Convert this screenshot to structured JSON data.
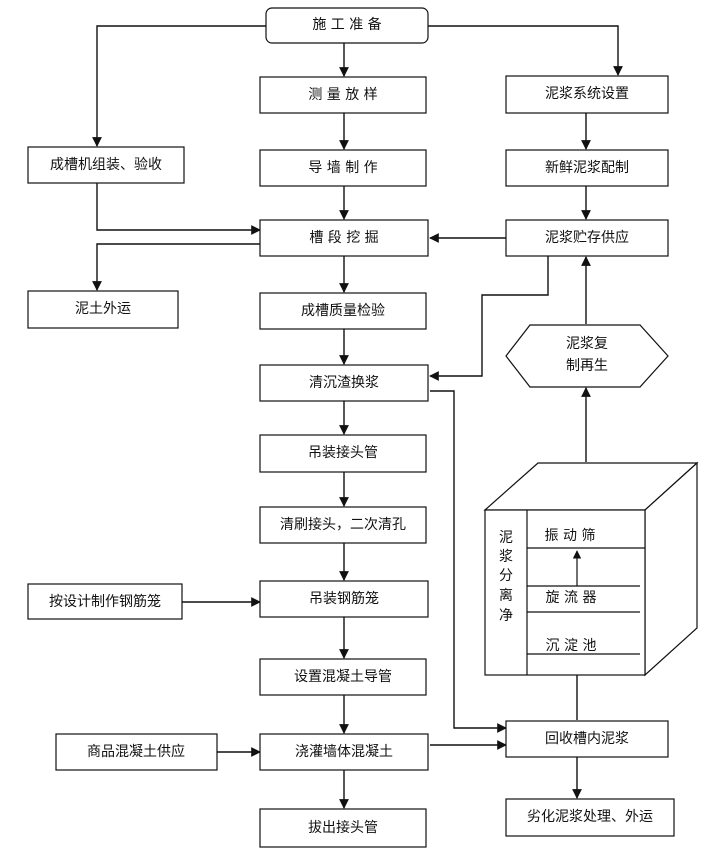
{
  "nodes": {
    "prep": "施 工 准 备",
    "survey": "测 量 放 样",
    "guidewall": "导 墙 制 作",
    "excavate": "槽 段 挖 掘",
    "quality": "成槽质量检验",
    "clean": "清沉渣换浆",
    "hang_joint": "吊装接头管",
    "brush": "清刷接头，二次清孔",
    "hang_cage": "吊装钢筋笼",
    "conduit": "设置混凝土导管",
    "pour": "浇灌墙体混凝土",
    "pull": "拔出接头管",
    "machine": "成槽机组装、验收",
    "soil_out": "泥土外运",
    "cage_make": "按设计制作钢筋笼",
    "concrete_supply": "商品混凝土供应",
    "slurry_system": "泥浆系统设置",
    "fresh_slurry": "新鲜泥浆配制",
    "slurry_store": "泥浆贮存供应",
    "regen_line1": "泥浆复",
    "regen_line2": "制再生",
    "recover": "回收槽内泥浆",
    "bad_slurry": "劣化泥浆处理、外运"
  },
  "separation": {
    "chars": [
      "泥",
      "浆",
      "分",
      "离",
      "净"
    ],
    "shaker": "振 动 筛",
    "cyclone": "旋 流 器",
    "settle": "沉 淀 池"
  }
}
